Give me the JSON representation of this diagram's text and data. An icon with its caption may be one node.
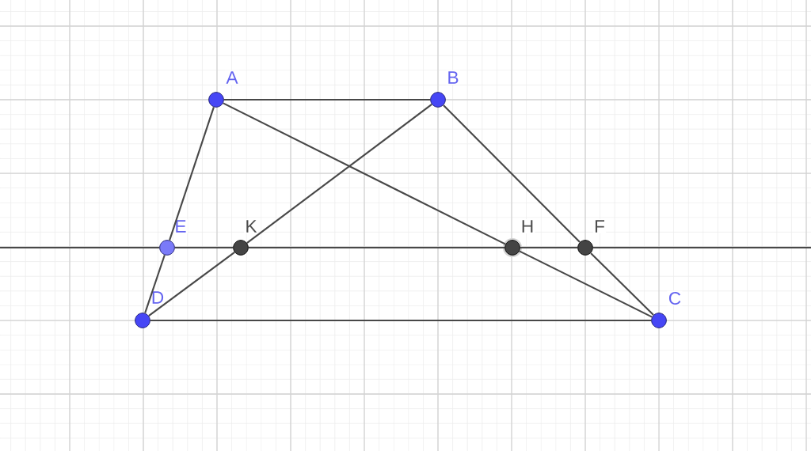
{
  "diagram": {
    "nodes": [
      {
        "text": [],
        "shape": "circle",
        "beside": [
          "A"
        ]
      },
      {
        "text": [],
        "shape": "circle",
        "beside": [
          "B"
        ]
      },
      {
        "text": [],
        "shape": "circle",
        "beside": [
          "E"
        ]
      },
      {
        "text": [],
        "shape": "circle",
        "beside": [
          "K"
        ]
      },
      {
        "text": [],
        "shape": "circle",
        "beside": [
          "H"
        ]
      },
      {
        "text": [],
        "shape": "circle",
        "beside": [
          "F"
        ]
      },
      {
        "text": [],
        "shape": "circle",
        "beside": [
          "D"
        ]
      },
      {
        "text": [],
        "shape": "circle",
        "beside": [
          "C"
        ]
      }
    ],
    "edges": [
      {
        "from": 0,
        "to": 1,
        "arrow": "none"
      },
      {
        "from": 0,
        "to": 2,
        "arrow": "none"
      },
      {
        "from": 2,
        "to": 6,
        "arrow": "none"
      },
      {
        "from": 0,
        "to": 4,
        "arrow": "none"
      },
      {
        "from": 4,
        "to": 7,
        "arrow": "none"
      },
      {
        "from": 1,
        "to": 3,
        "arrow": "none"
      },
      {
        "from": 3,
        "to": 6,
        "arrow": "none"
      },
      {
        "from": 1,
        "to": 5,
        "arrow": "none"
      },
      {
        "from": 5,
        "to": 7,
        "arrow": "none"
      },
      {
        "from": 6,
        "to": 7,
        "arrow": "none"
      },
      {
        "from": null,
        "to": 2,
        "arrow": "none"
      },
      {
        "from": 2,
        "to": 3,
        "arrow": "none"
      },
      {
        "from": 3,
        "to": 4,
        "arrow": "none"
      },
      {
        "from": 4,
        "to": 5,
        "arrow": "none"
      },
      {
        "from": 5,
        "to": null,
        "arrow": "none"
      }
    ]
  }
}
